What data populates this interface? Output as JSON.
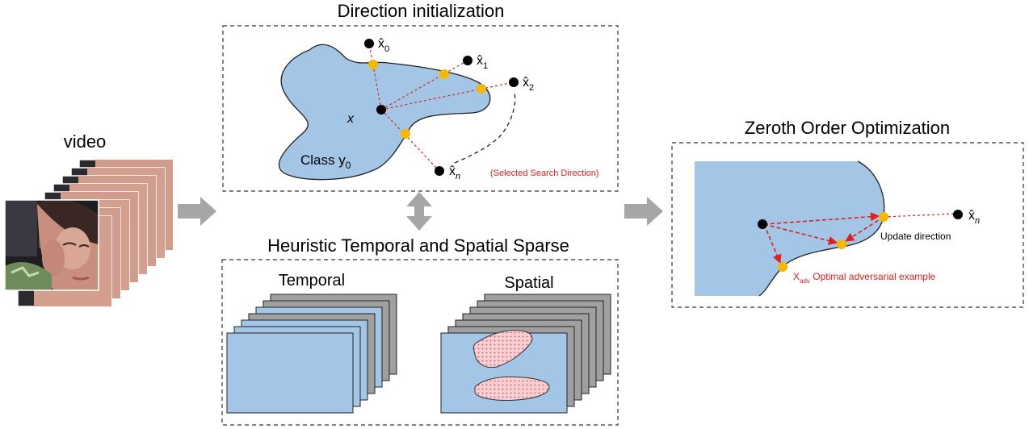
{
  "video": {
    "label": "video"
  },
  "direction_init": {
    "title": "Direction initialization",
    "var_x": "x",
    "class_label": "Class y",
    "class_sub": "0",
    "points": [
      {
        "base": "x̂",
        "sub": "0"
      },
      {
        "base": "x̂",
        "sub": "1"
      },
      {
        "base": "x̂",
        "sub": "2"
      },
      {
        "base": "x̂",
        "sub": "n"
      }
    ],
    "note": "(Selected Search Direction)"
  },
  "sparse": {
    "title": "Heuristic Temporal and Spatial Sparse",
    "temporal": "Temporal",
    "spatial": "Spatial"
  },
  "zoo": {
    "title": "Zeroth Order Optimization",
    "point": {
      "base": "x̂",
      "sub": "n"
    },
    "update": "Update direction",
    "adv_base": "X",
    "adv_sub": "adv",
    "adv_text": " Optimal adversarial example"
  },
  "colors": {
    "region": "#a4c6e6",
    "crossing": "#f5b800",
    "red": "#e02020",
    "arrow": "#a6a6a6",
    "frame_gray": "#a0a0a0",
    "blob": "#f4c4c8"
  }
}
